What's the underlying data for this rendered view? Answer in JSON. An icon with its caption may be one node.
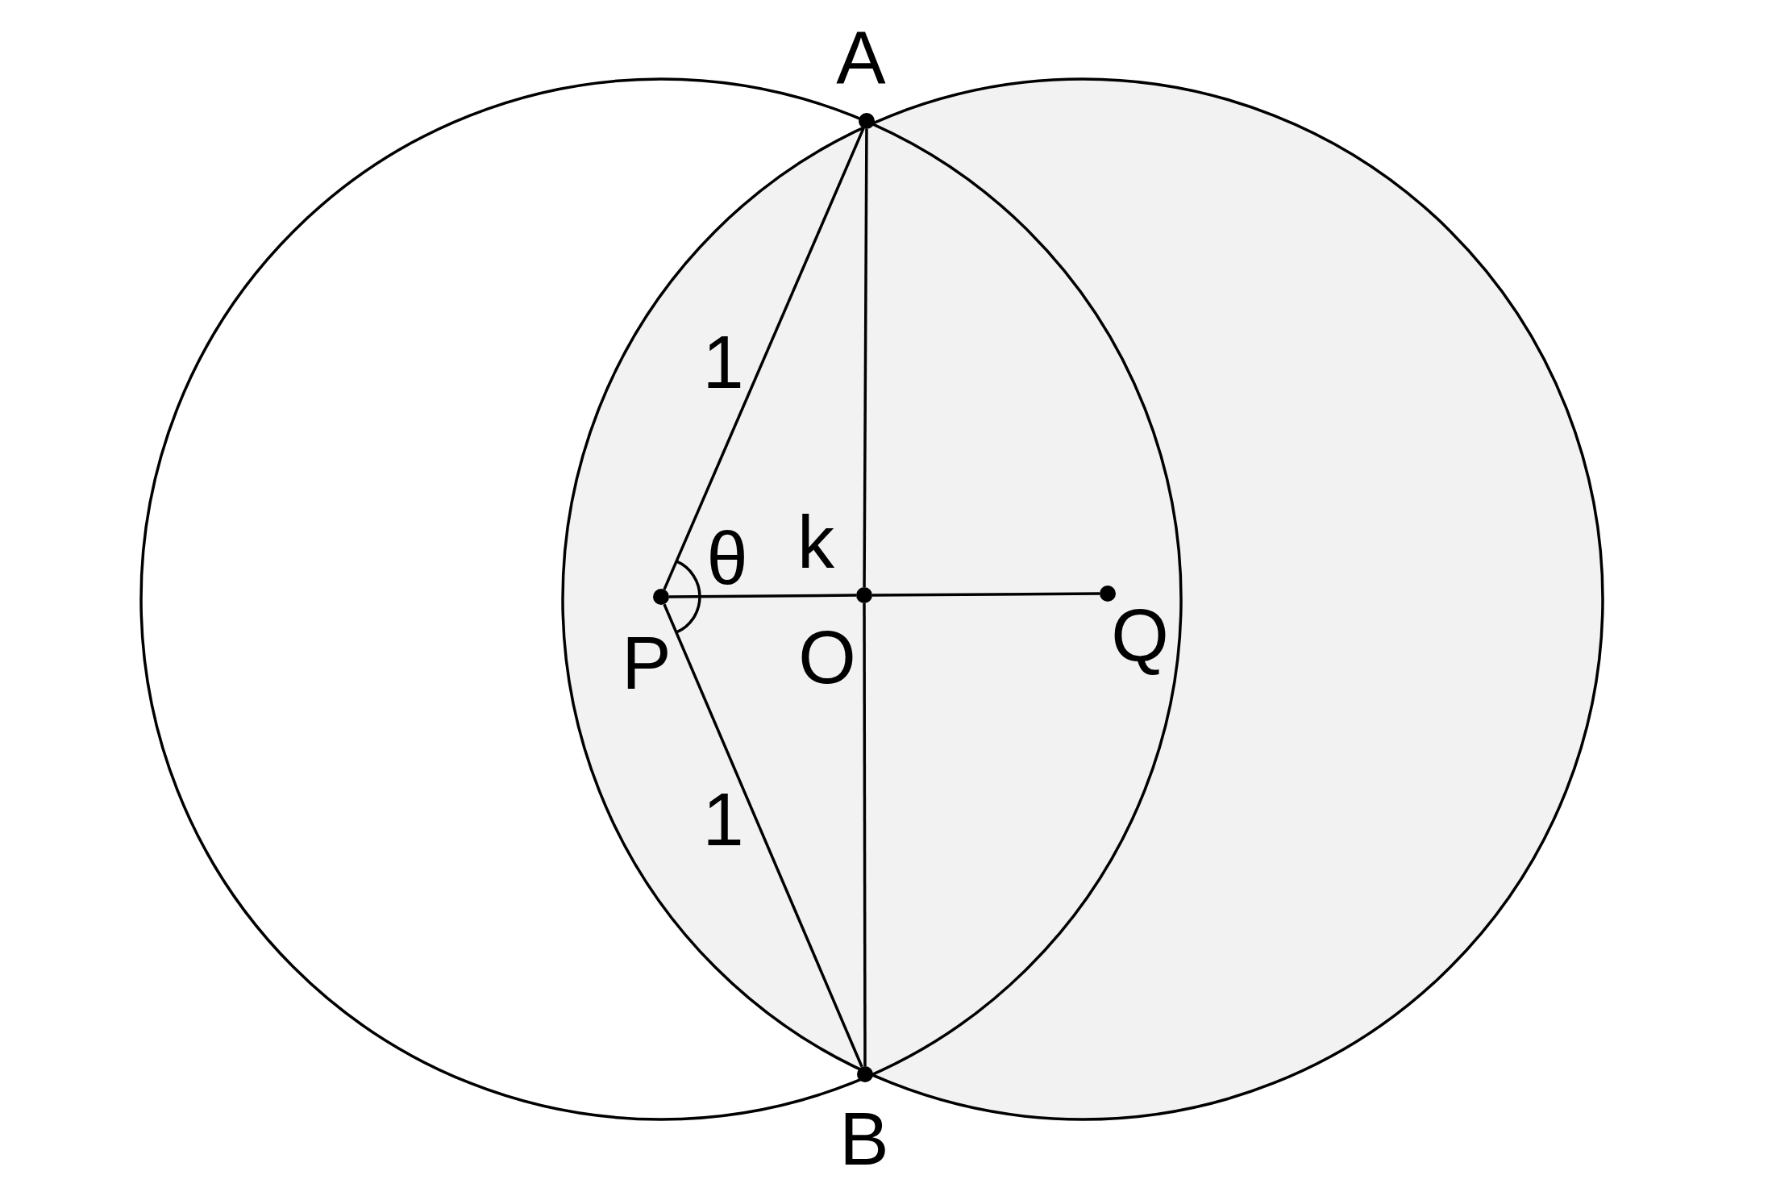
{
  "diagram": {
    "nodes": [
      {
        "text": [],
        "shape": "circle",
        "beside": [
          "A"
        ]
      },
      {
        "text": [],
        "shape": "circle",
        "beside": [
          "B"
        ]
      },
      {
        "text": [],
        "shape": "circle",
        "beside": [
          "P"
        ]
      },
      {
        "text": [],
        "shape": "circle",
        "beside": [
          "O"
        ]
      },
      {
        "text": [],
        "shape": "circle",
        "beside": [
          "Q"
        ]
      }
    ],
    "edges": [
      {
        "from": 2,
        "to": 0,
        "arrow": "none",
        "label": "1"
      },
      {
        "from": 2,
        "to": 1,
        "arrow": "none",
        "label": "1"
      },
      {
        "from": 0,
        "to": 3,
        "arrow": "none"
      },
      {
        "from": 3,
        "to": 1,
        "arrow": "none"
      },
      {
        "from": 2,
        "to": 3,
        "arrow": "none",
        "label": "k"
      },
      {
        "from": 3,
        "to": 4,
        "arrow": "none"
      }
    ],
    "labels": [
      "θ"
    ]
  }
}
